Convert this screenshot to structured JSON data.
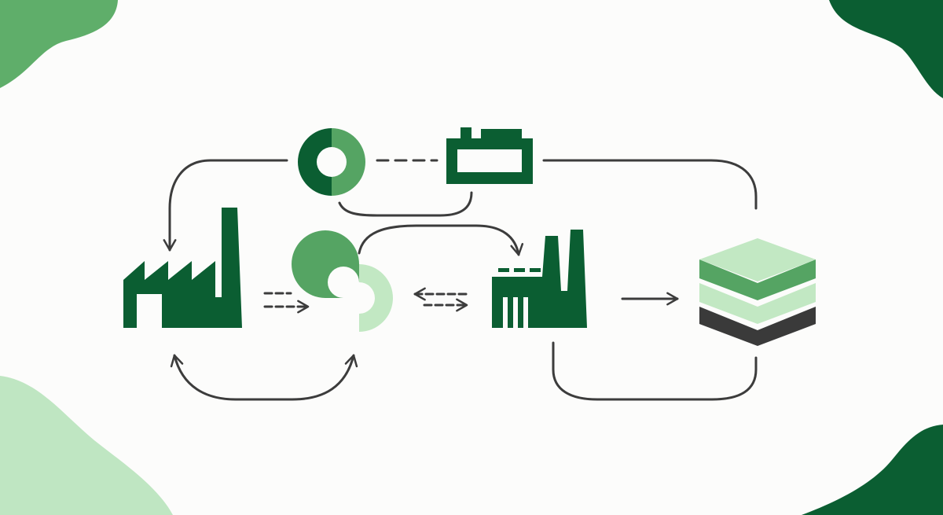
{
  "colors": {
    "background": "#fcfcfb",
    "dark_green": "#0b5e32",
    "mid_green": "#55a463",
    "light_green": "#c2e8c3",
    "charcoal": "#3a3a3a",
    "connector": "#3c3c3c",
    "blob_mid": "#5fae6a",
    "blob_light": "#bfe6c2"
  },
  "icons": [
    "factory-icon",
    "recycling-ring-icon",
    "battery-icon",
    "sorting-ring-icon",
    "processing-plant-icon",
    "layered-materials-icon"
  ],
  "flow": {
    "nodes": [
      "factory",
      "recycling-ring",
      "battery",
      "sorting-ring",
      "processing-plant",
      "layered-materials"
    ],
    "links": [
      {
        "from": "recycling-ring",
        "to": "factory",
        "style": "solid-arrow"
      },
      {
        "from": "recycling-ring",
        "to": "battery",
        "style": "dashed"
      },
      {
        "from": "battery",
        "to": "layered-materials",
        "style": "solid"
      },
      {
        "from": "factory",
        "to": "sorting-ring",
        "style": "dashed-arrow"
      },
      {
        "from": "sorting-ring",
        "to": "processing-plant",
        "style": "double-dashed-arrow"
      },
      {
        "from": "sorting-ring",
        "to": "processing-plant",
        "style": "curved-arrow"
      },
      {
        "from": "processing-plant",
        "to": "layered-materials",
        "style": "arrow"
      },
      {
        "from": "factory",
        "to": "sorting-ring",
        "style": "double-headed-curve"
      },
      {
        "from": "processing-plant",
        "to": "layered-materials",
        "style": "curve"
      }
    ]
  }
}
